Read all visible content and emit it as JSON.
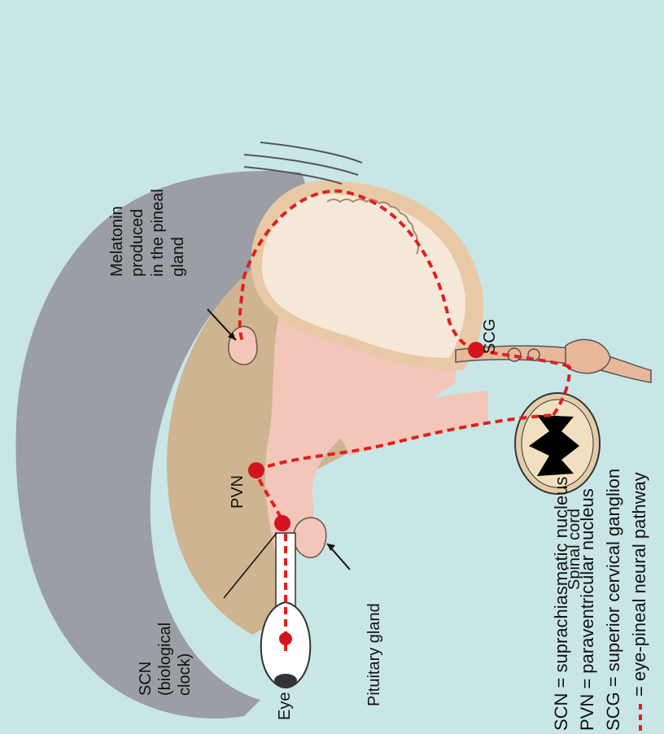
{
  "colors": {
    "background": "#c9e6e6",
    "cortex": "#9b9ea4",
    "brain_tan": "#cfb491",
    "brainstem_pink": "#f2c6b8",
    "cerebellum": "#f6e8d8",
    "pathway_red": "#e0201e",
    "node_red": "#d2141e",
    "spinal_outer": "#f1dfc0",
    "spinal_inner": "#000000"
  },
  "labels": {
    "melatonin": [
      "Melatonin",
      "produced",
      "in the pineal",
      "gland"
    ],
    "pvn": "PVN",
    "scg": "SCG",
    "scn": [
      "SCN",
      "(biological",
      "clock)"
    ],
    "eye": "Eye",
    "pituitary": "Pituitary gland",
    "spinal_cord": "Spinal cord"
  },
  "legend": [
    {
      "abbr": "SCN",
      "text": "SCN = suprachiasmatic nucleus"
    },
    {
      "abbr": "PVN",
      "text": "PVN = paraventricular nucleus"
    },
    {
      "abbr": "SCG",
      "text": "SCG = superior cervical ganglion"
    },
    {
      "abbr": "",
      "text": "= eye-pineal neural pathway"
    }
  ]
}
